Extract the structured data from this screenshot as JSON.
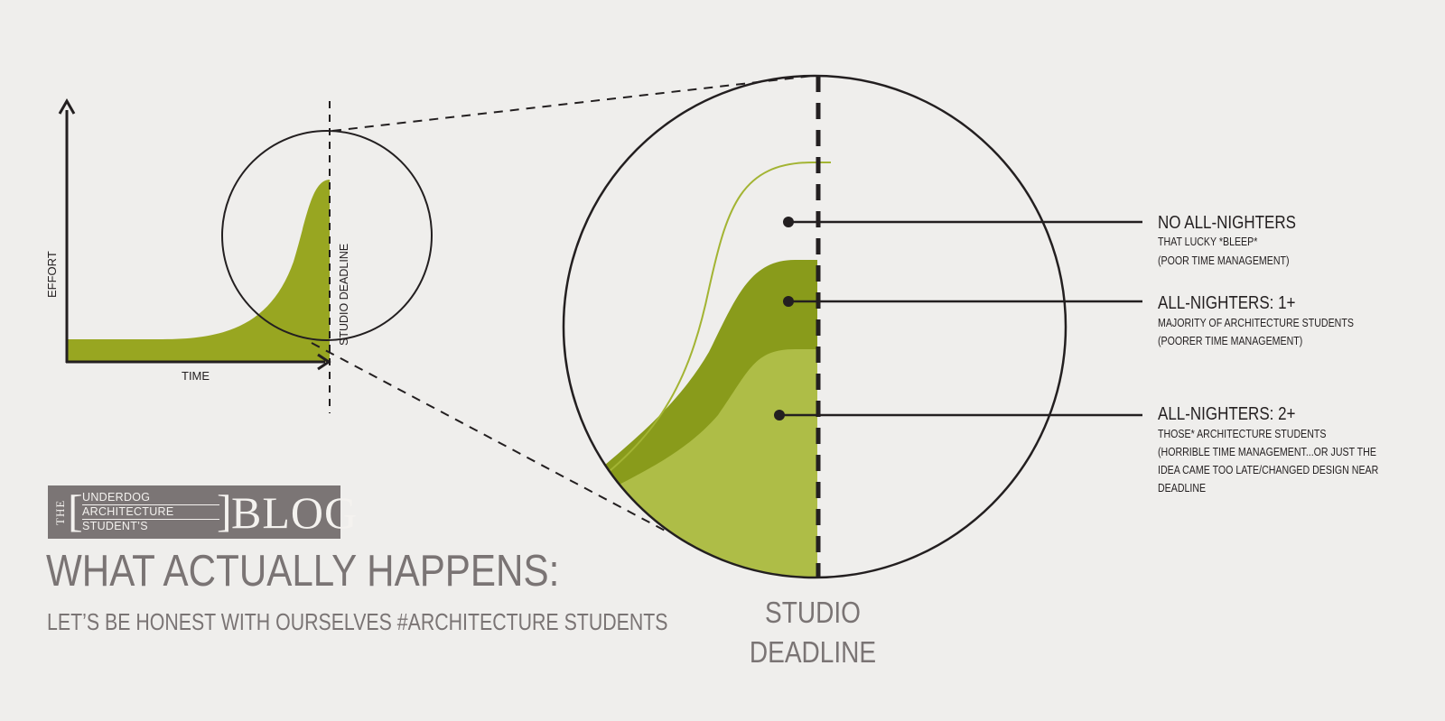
{
  "small_chart": {
    "y_axis_label": "EFFORT",
    "x_axis_label": "TIME",
    "deadline_label": "STUDIO DEADLINE"
  },
  "zoom": {
    "deadline_label_line1": "STUDIO",
    "deadline_label_line2": "DEADLINE"
  },
  "annotations": [
    {
      "title": "NO ALL-NIGHTERS",
      "lines": [
        "THAT LUCKY *BLEEP*",
        "(POOR TIME MANAGEMENT)"
      ]
    },
    {
      "title": "ALL-NIGHTERS: 1+",
      "lines": [
        "MAJORITY OF ARCHITECTURE STUDENTS",
        "(POORER TIME MANAGEMENT)"
      ]
    },
    {
      "title": "ALL-NIGHTERS: 2+",
      "lines": [
        "THOSE* ARCHITECTURE STUDENTS",
        "(HORRIBLE TIME MANAGEMENT...OR JUST THE",
        "IDEA CAME TOO LATE/CHANGED DESIGN NEAR",
        "DEADLINE"
      ]
    }
  ],
  "logo": {
    "the": "THE",
    "line1": "UNDERDOG",
    "line2": "ARCHITECTURE",
    "line3": "STUDENT’S",
    "blog": "BLOG"
  },
  "headline": "WHAT ACTUALLY HAPPENS:",
  "subline": "LET’S BE HONEST WITH OURSELVES #ARCHITECTURE STUDENTS",
  "colors": {
    "background": "#efeeec",
    "ink": "#231f20",
    "olive": "#98a621",
    "olive_dark": "#899b1b",
    "olive_light": "#aebd47",
    "grey_text": "#7a7474",
    "logo_bg": "#7b7575"
  }
}
